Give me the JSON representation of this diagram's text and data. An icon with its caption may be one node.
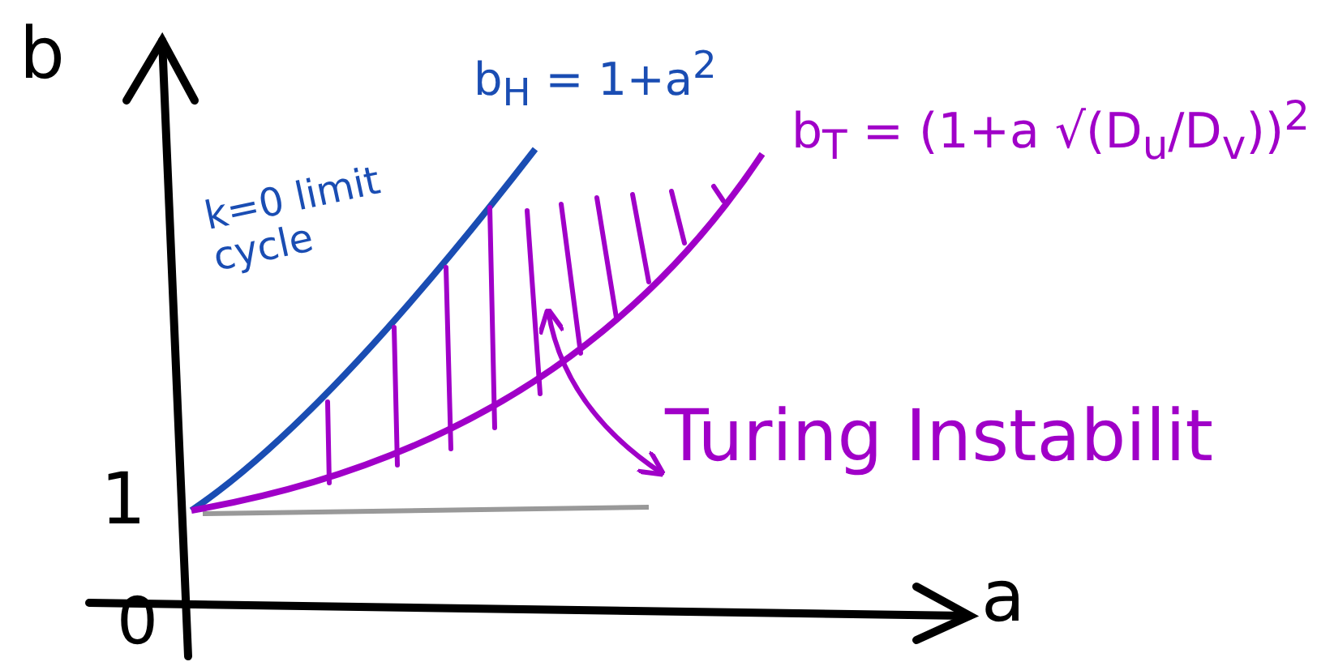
{
  "diagram": {
    "nodes": [
      {
        "text": [],
        "shape": "region"
      },
      {
        "text": [
          "Turing Instabilit"
        ]
      }
    ],
    "edges": [
      {
        "from": 1,
        "to": 0,
        "arrow": "both"
      }
    ],
    "labels": [
      "b",
      "b$_{H}$ = 1+a$^{2}$",
      "b$_{T}$ = (1+a √(D$_{u}$/D$_{v}$))$^{2}$",
      "k=0 limit cycle",
      "1",
      "0",
      "a"
    ]
  }
}
